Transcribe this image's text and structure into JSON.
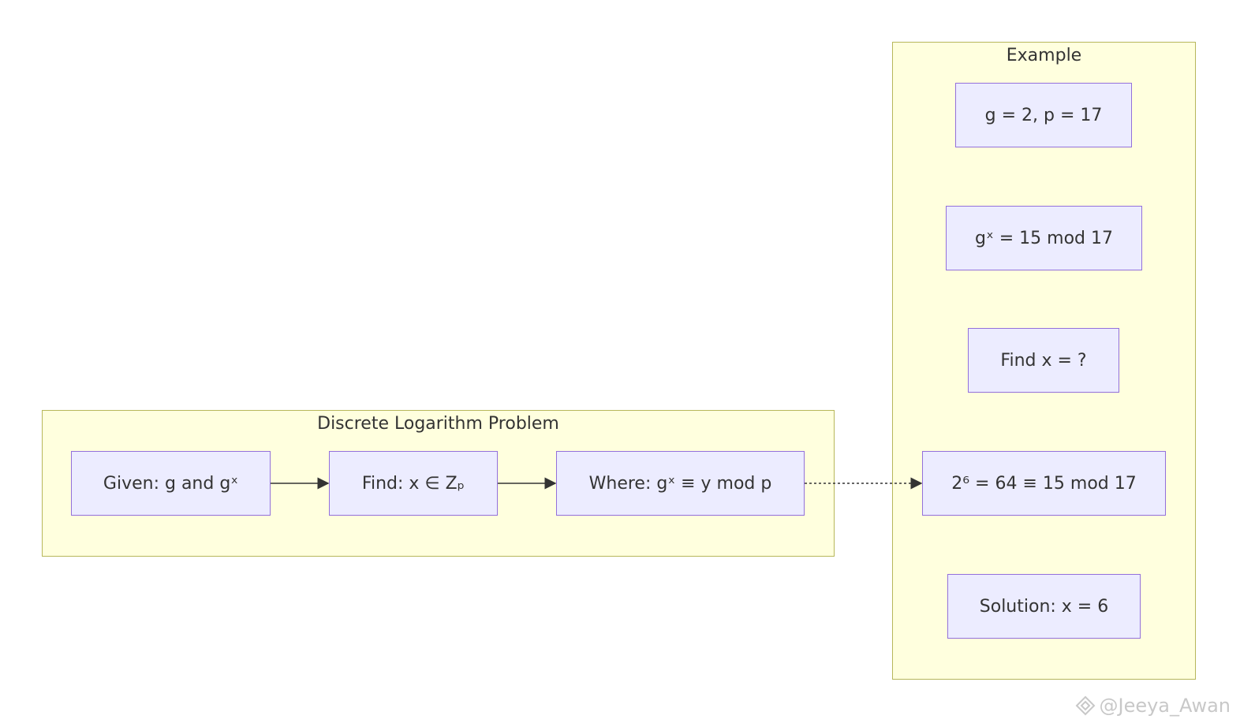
{
  "clusters": {
    "problem": {
      "title": "Discrete Logarithm Problem"
    },
    "example": {
      "title": "Example"
    }
  },
  "nodes": {
    "given": "Given: g and gˣ",
    "find": "Find: x ∈ Zₚ",
    "where": "Where: gˣ ≡ y mod p",
    "ex_params": "g = 2, p = 17",
    "ex_eq": "gˣ = 15 mod 17",
    "ex_find": "Find x = ?",
    "ex_check": "2⁶ = 64 ≡ 15 mod 17",
    "ex_solution": "Solution: x = 6"
  },
  "watermark": {
    "text": "@Jeeya_Awan"
  },
  "colors": {
    "cluster_fill": "#ffffde",
    "cluster_border": "#b7b75a",
    "node_fill": "#ececff",
    "node_border": "#9370db",
    "edge": "#333333"
  }
}
